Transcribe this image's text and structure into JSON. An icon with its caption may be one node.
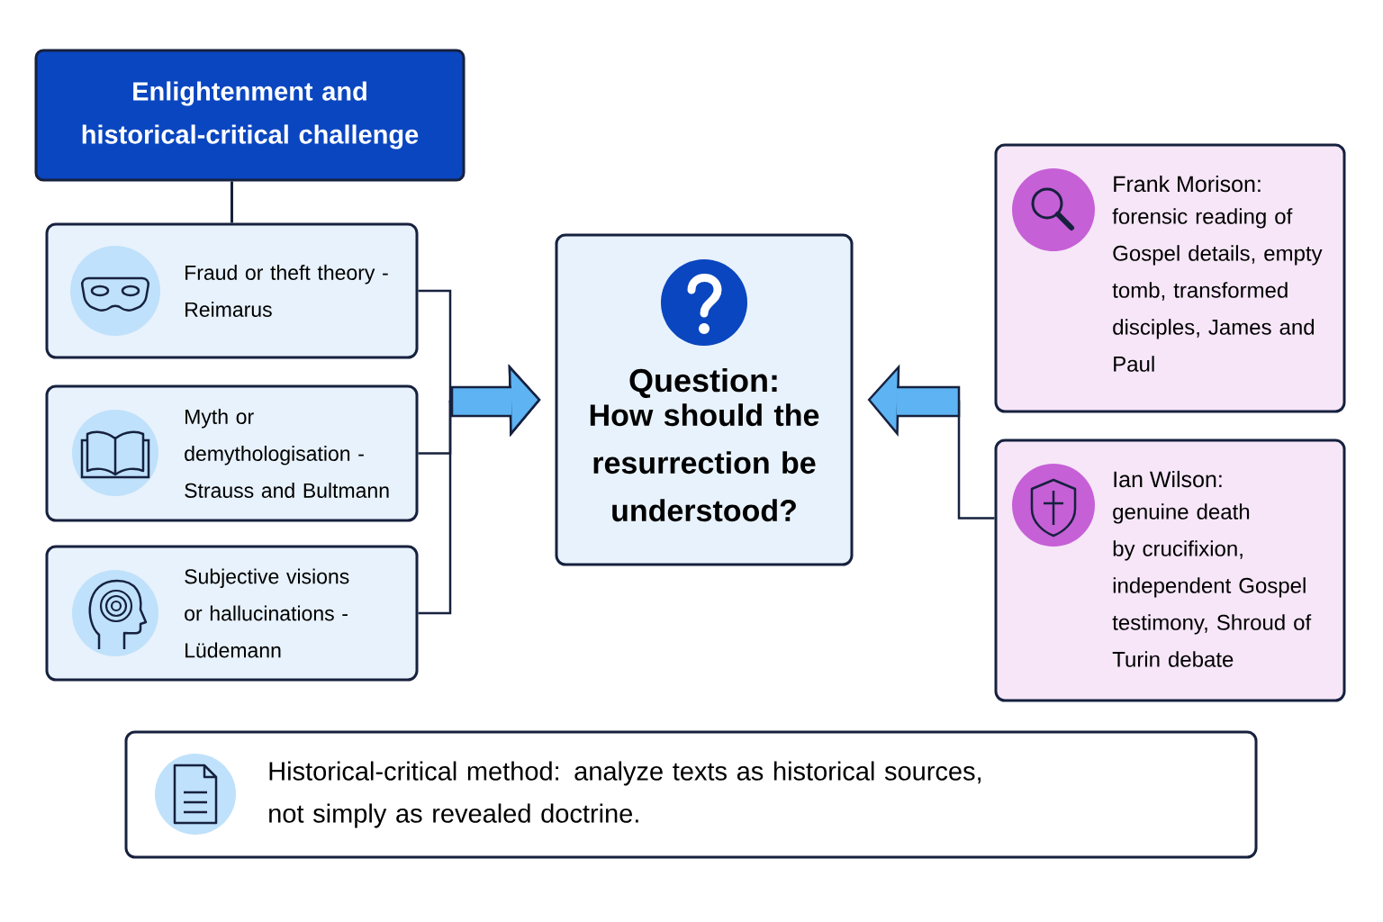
{
  "diagram": {
    "nodes": [
      {
        "text": [
          "Enlightenment and historical-critical challenge"
        ]
      },
      {
        "text": [
          "Fraud or theft theory - Reimarus"
        ]
      },
      {
        "text": [
          "Myth or demythologisation - Strauss and Bultmann"
        ]
      },
      {
        "text": [
          "Subjective visions or hallucinations - Lüdemann"
        ]
      },
      {
        "text": [
          "Question:",
          "How should the resurrection be understood?"
        ]
      },
      {
        "text": [
          "Frank Morison:",
          "forensic reading of Gospel details, empty tomb, transformed disciples, James and Paul"
        ]
      },
      {
        "text": [
          "Ian Wilson:",
          "genuine death by crucifixion, independent Gospel testimony, Shroud of Turin debate"
        ]
      },
      {
        "text": [
          "Historical-critical method: analyze texts as historical sources, not simply as revealed doctrine."
        ]
      }
    ],
    "edges": [
      {
        "from": 0,
        "to": 1,
        "arrow": "none"
      },
      {
        "from": 1,
        "to": 4,
        "arrow": "to"
      },
      {
        "from": 2,
        "to": 4,
        "arrow": "to"
      },
      {
        "from": 3,
        "to": 4,
        "arrow": "to"
      },
      {
        "from": 6,
        "to": 4,
        "arrow": "to"
      }
    ]
  }
}
